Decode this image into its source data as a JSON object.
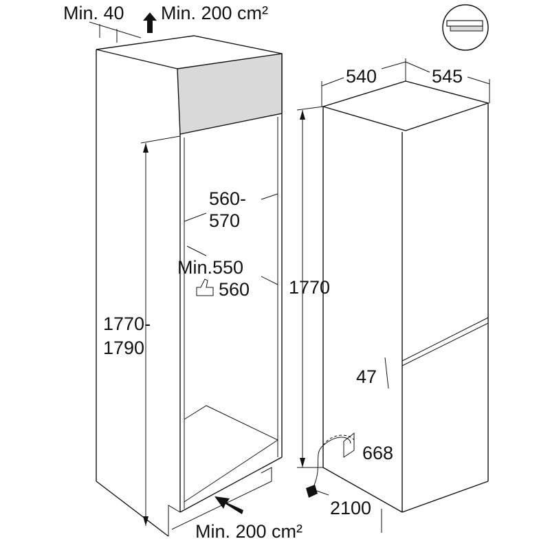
{
  "left_cabinet": {
    "min_gap": "Min. 40",
    "vent_top": "Min. 200 cm²",
    "vent_bottom": "Min. 200 cm²",
    "niche_height_a": "1770-",
    "niche_height_b": "1790",
    "niche_width_a": "560-",
    "niche_width_b": "570",
    "depth_min": "Min.550",
    "depth_recommended": "560"
  },
  "appliance": {
    "width": "540",
    "depth": "545",
    "height": "1770",
    "gap": "47",
    "cable_reach": "668",
    "cable_length": "2100"
  },
  "badge_icon": "built-in-install-icon",
  "colors": {
    "panel": "#d9d9d9",
    "line": "#111111"
  }
}
